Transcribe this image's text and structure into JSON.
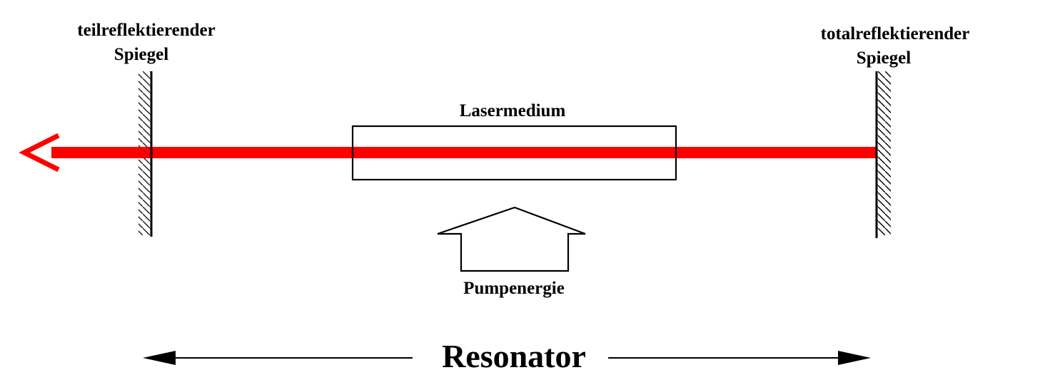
{
  "diagram": {
    "left_mirror": {
      "label_line1": "teilreflektierender",
      "label_line2": "Spiegel"
    },
    "right_mirror": {
      "label_line1": "totalreflektierender",
      "label_line2": "Spiegel"
    },
    "medium": {
      "label": "Lasermedium"
    },
    "pump": {
      "label": "Pumpenergie"
    },
    "resonator": {
      "label": "Resonator"
    }
  },
  "colors": {
    "beam": "#ff0000",
    "line": "#000000",
    "background": "#ffffff"
  }
}
